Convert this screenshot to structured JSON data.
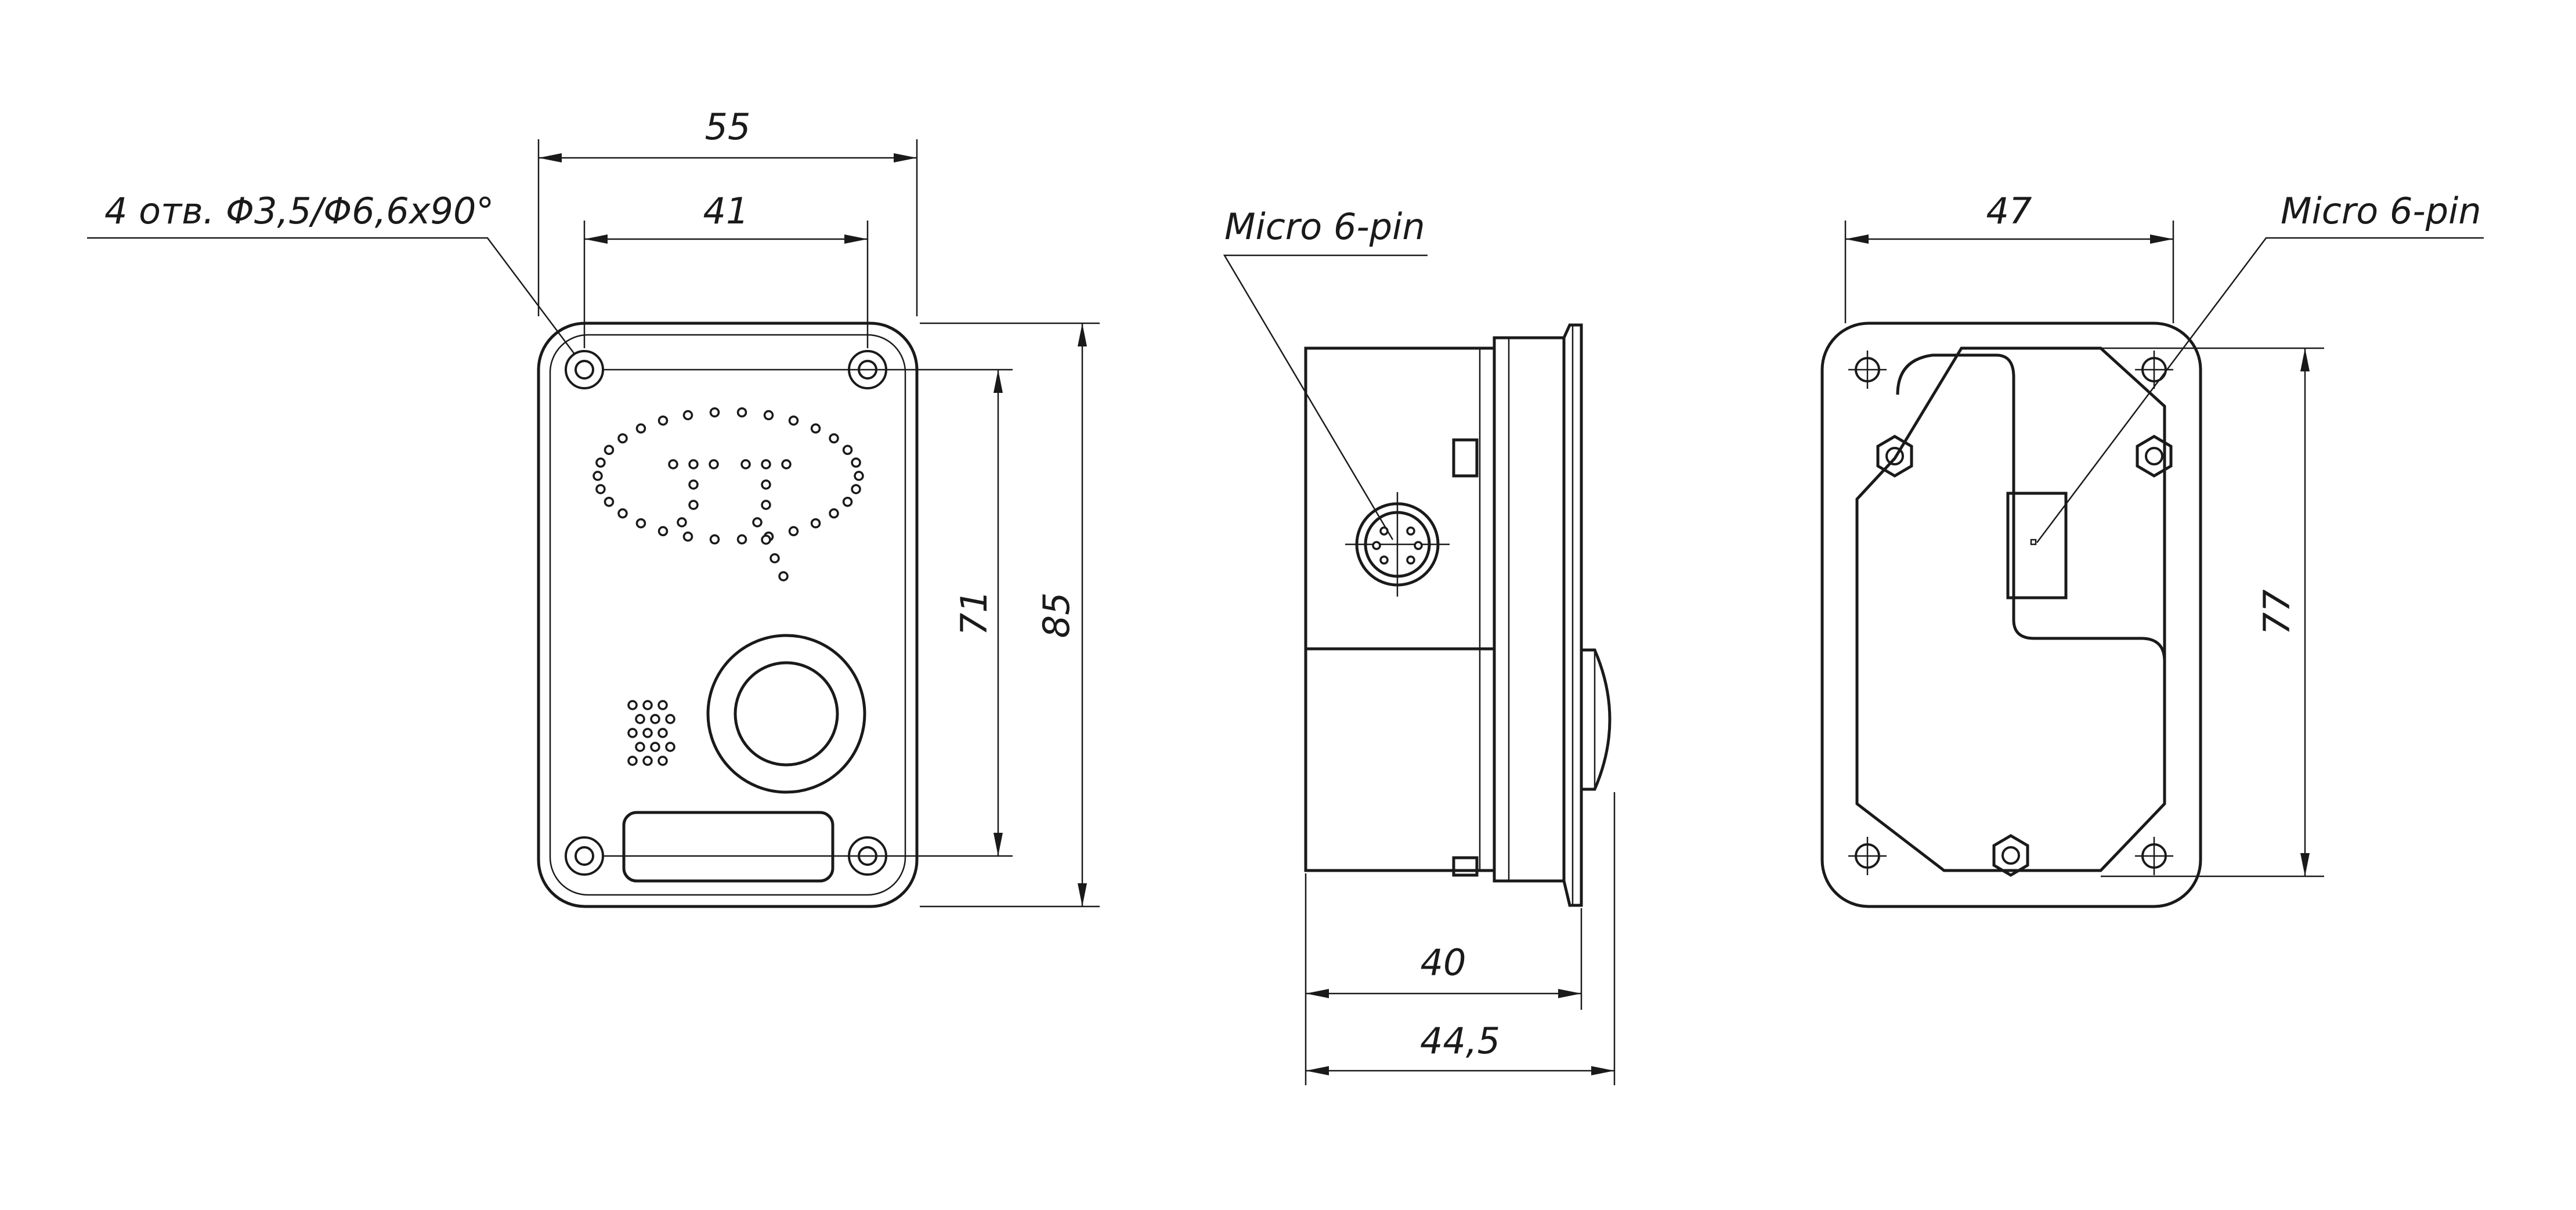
{
  "front_view": {
    "dim_width_outer": "55",
    "dim_width_holes": "41",
    "dim_height_holes": "71",
    "dim_height_outer": "85",
    "note_holes": "4 отв. Φ3,5/Φ6,6x90°"
  },
  "side_view": {
    "connector_label": "Micro 6-pin",
    "dim_depth_body": "40",
    "dim_depth_total": "44,5"
  },
  "back_view": {
    "connector_label": "Micro 6-pin",
    "dim_width": "47",
    "dim_height": "77"
  },
  "colors": {
    "line": "#1a1a1a",
    "background": "#ffffff"
  }
}
